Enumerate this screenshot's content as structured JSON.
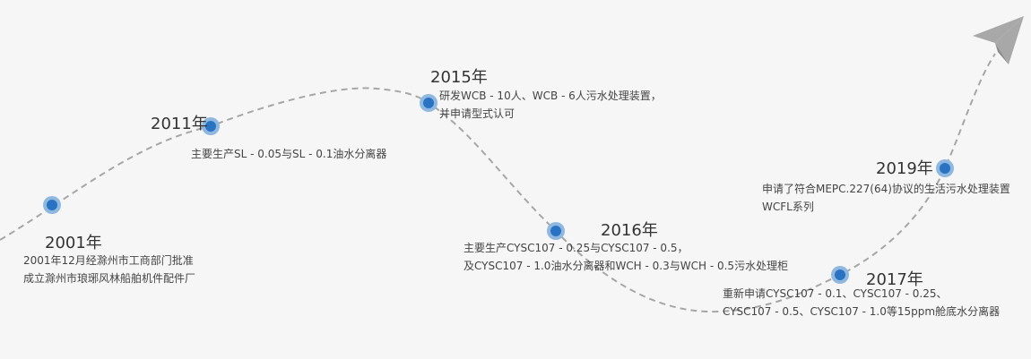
{
  "timeline": {
    "milestones": [
      {
        "year": "2001年",
        "lines": [
          "2001年12月经滁州市工商部门批准",
          "成立滁州市琅琊风林船舶机件配件厂"
        ]
      },
      {
        "year": "2011年",
        "lines": [
          "主要生产SL - 0.05与SL - 0.1油水分离器"
        ]
      },
      {
        "year": "2015年",
        "lines": [
          "研发WCB - 10人、WCB - 6人污水处理装置，",
          "并申请型式认可"
        ]
      },
      {
        "year": "2016年",
        "lines": [
          "主要生产CYSC107 - 0.25与CYSC107 - 0.5，",
          "及CYSC107 - 1.0油水分离器和WCH - 0.3与WCH - 0.5污水处理柜"
        ]
      },
      {
        "year": "2017年",
        "lines": [
          "重新申请CYSC107 - 0.1、CYSC107 - 0.25、",
          "CYSC107 - 0.5、CYSC107 - 1.0等15ppm舱底水分离器"
        ]
      },
      {
        "year": "2019年",
        "lines": [
          "申请了符合MEPC.227(64)协议的生活污水处理装置",
          "WCFL系列"
        ]
      }
    ],
    "colors": {
      "path": "#a6a6a6",
      "node_outer": "#8fb8e0",
      "node_inner": "#2a72c2",
      "plane": "#a8a8a8"
    },
    "icons": {
      "end": "paper-plane-icon"
    }
  }
}
